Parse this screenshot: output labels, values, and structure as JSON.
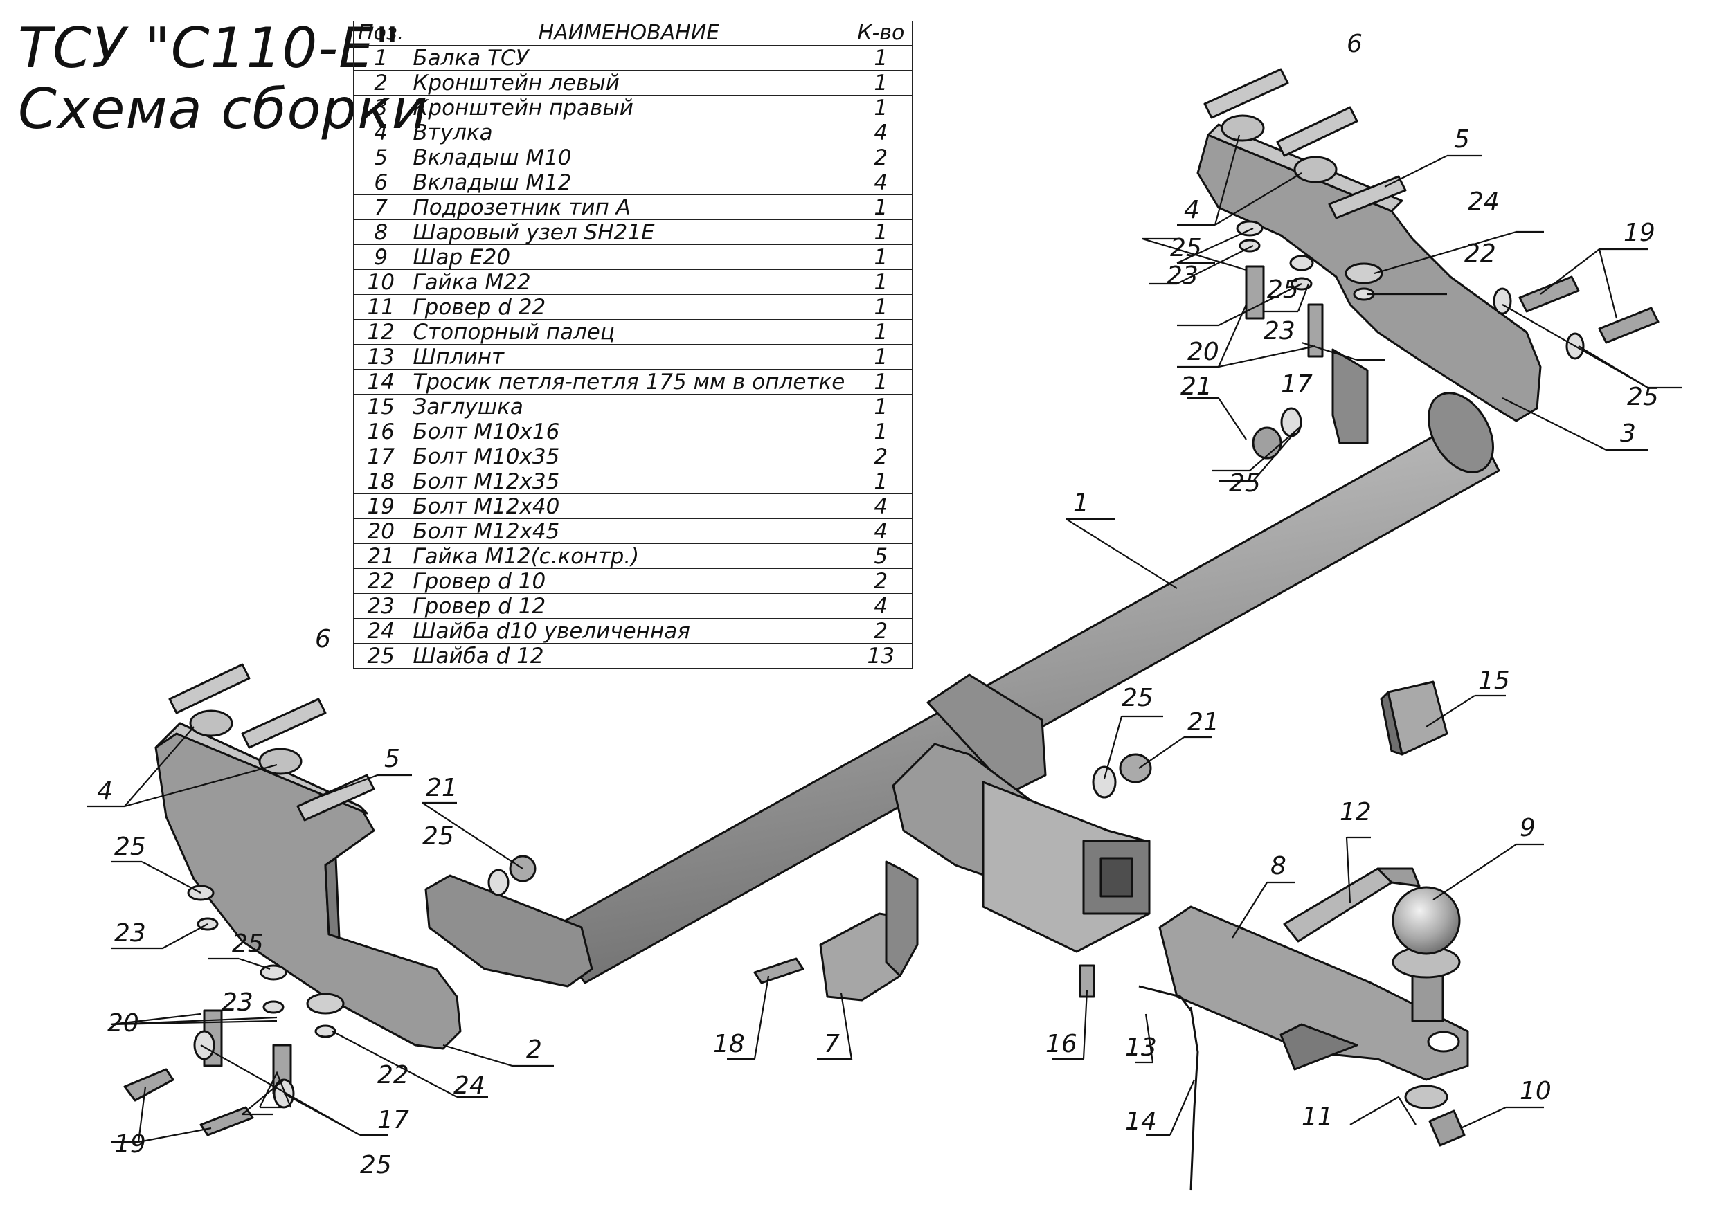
{
  "title": {
    "line1": "ТСУ \"C110-E\"",
    "line2": "Схема сборки"
  },
  "table": {
    "headers": {
      "pos": "Поз.",
      "name": "НАИМЕНОВАНИЕ",
      "qty": "К-во"
    },
    "rows": [
      {
        "pos": "1",
        "name": "Балка ТСУ",
        "qty": "1"
      },
      {
        "pos": "2",
        "name": "Кронштейн левый",
        "qty": "1"
      },
      {
        "pos": "3",
        "name": "Кронштейн правый",
        "qty": "1"
      },
      {
        "pos": "4",
        "name": "Втулка",
        "qty": "4"
      },
      {
        "pos": "5",
        "name": "Вкладыш М10",
        "qty": "2"
      },
      {
        "pos": "6",
        "name": "Вкладыш М12",
        "qty": "4"
      },
      {
        "pos": "7",
        "name": "Подрозетник тип А",
        "qty": "1"
      },
      {
        "pos": "8",
        "name": "Шаровый узел SH21E",
        "qty": "1"
      },
      {
        "pos": "9",
        "name": "Шар Е20",
        "qty": "1"
      },
      {
        "pos": "10",
        "name": "Гайка М22",
        "qty": "1"
      },
      {
        "pos": "11",
        "name": "Гровер d 22",
        "qty": "1"
      },
      {
        "pos": "12",
        "name": "Стопорный палец",
        "qty": "1"
      },
      {
        "pos": "13",
        "name": "Шплинт",
        "qty": "1"
      },
      {
        "pos": "14",
        "name": "Тросик петля-петля 175 мм в оплетке",
        "qty": "1"
      },
      {
        "pos": "15",
        "name": "Заглушка",
        "qty": "1"
      },
      {
        "pos": "16",
        "name": "Болт М10х16",
        "qty": "1"
      },
      {
        "pos": "17",
        "name": "Болт М10х35",
        "qty": "2"
      },
      {
        "pos": "18",
        "name": "Болт М12х35",
        "qty": "1"
      },
      {
        "pos": "19",
        "name": "Болт М12х40",
        "qty": "4"
      },
      {
        "pos": "20",
        "name": "Болт М12х45",
        "qty": "4"
      },
      {
        "pos": "21",
        "name": "Гайка М12(с.контр.)",
        "qty": "5"
      },
      {
        "pos": "22",
        "name": "Гровер d 10",
        "qty": "2"
      },
      {
        "pos": "23",
        "name": "Гровер d 12",
        "qty": "4"
      },
      {
        "pos": "24",
        "name": "Шайба d10 увеличенная",
        "qty": "2"
      },
      {
        "pos": "25",
        "name": "Шайба d 12",
        "qty": "13"
      }
    ]
  },
  "callouts": {
    "c1": "1",
    "c2": "2",
    "c3": "3",
    "c4": "4",
    "c5": "5",
    "c6": "6",
    "c7": "7",
    "c8": "8",
    "c9": "9",
    "c10": "10",
    "c11": "11",
    "c12": "12",
    "c13": "13",
    "c14": "14",
    "c15": "15",
    "c16": "16",
    "c17": "17",
    "c18": "18",
    "c19": "19",
    "c20": "20",
    "c21": "21",
    "c22": "22",
    "c23": "23",
    "c24": "24",
    "c25": "25"
  },
  "colors": {
    "metal": "#9d9d9d",
    "metal_light": "#c4c4c4",
    "metal_dark": "#6f6f6f",
    "ink": "#111111"
  }
}
